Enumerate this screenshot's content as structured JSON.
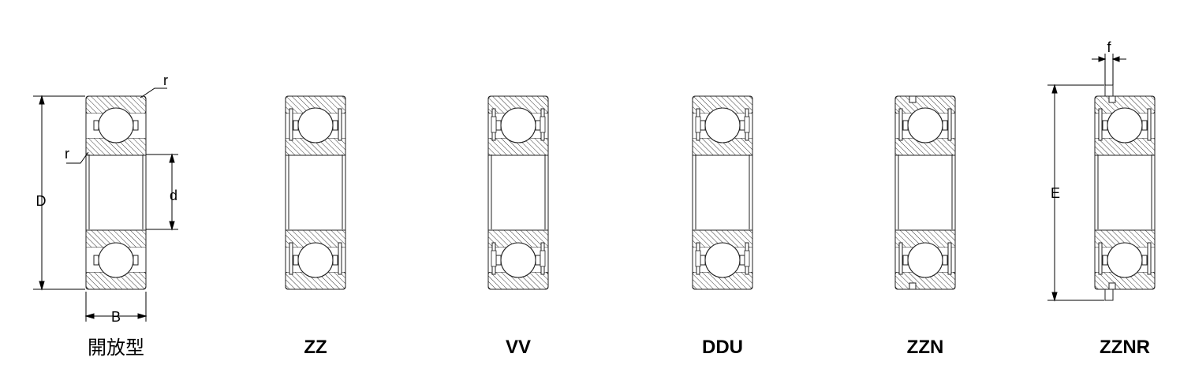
{
  "variants": [
    {
      "key": "open",
      "caption": "開放型"
    },
    {
      "key": "zz",
      "caption": "ZZ"
    },
    {
      "key": "vv",
      "caption": "VV"
    },
    {
      "key": "ddu",
      "caption": "DDU"
    },
    {
      "key": "zzn",
      "caption": "ZZN"
    },
    {
      "key": "zznr",
      "caption": "ZZNR"
    }
  ],
  "dimension_labels": {
    "outer_diameter": "D",
    "bore": "d",
    "width": "B",
    "fillet_top": "r",
    "fillet_bore": "r",
    "snap_ring_diameter": "E",
    "snap_ring_width": "f"
  }
}
